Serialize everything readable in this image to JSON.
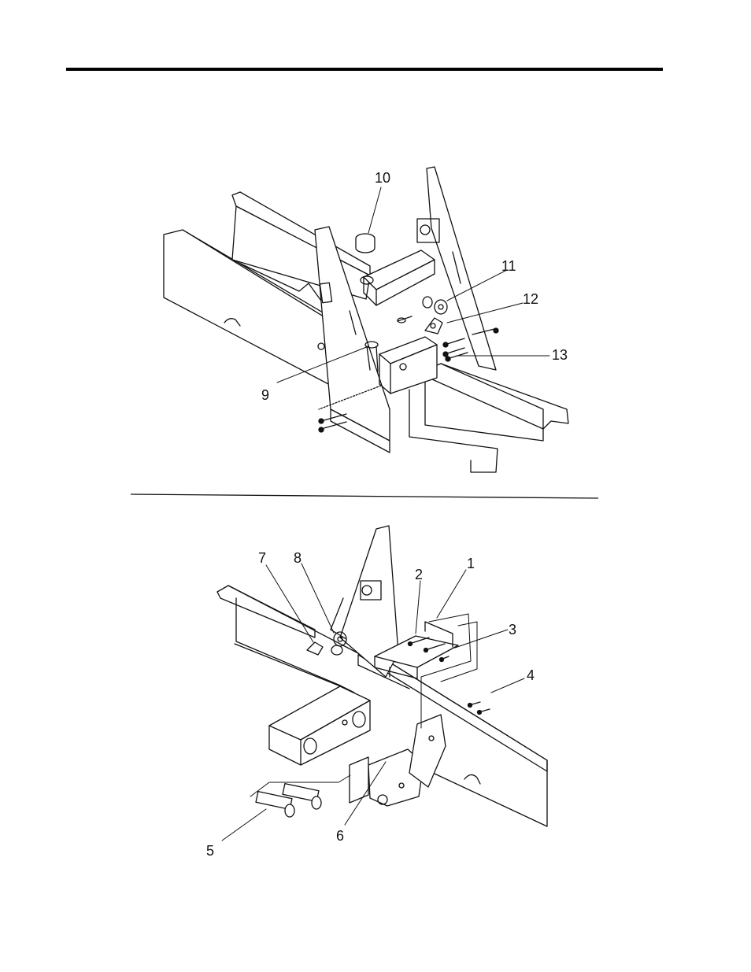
{
  "upper_figure": {
    "callouts": [
      {
        "id": "callout-9",
        "label": "9"
      },
      {
        "id": "callout-10",
        "label": "10"
      },
      {
        "id": "callout-11",
        "label": "11"
      },
      {
        "id": "callout-12",
        "label": "12"
      },
      {
        "id": "callout-13",
        "label": "13"
      }
    ]
  },
  "lower_figure": {
    "callouts": [
      {
        "id": "callout-1",
        "label": "1"
      },
      {
        "id": "callout-2",
        "label": "2"
      },
      {
        "id": "callout-3",
        "label": "3"
      },
      {
        "id": "callout-4",
        "label": "4"
      },
      {
        "id": "callout-5",
        "label": "5"
      },
      {
        "id": "callout-6",
        "label": "6"
      },
      {
        "id": "callout-7",
        "label": "7"
      },
      {
        "id": "callout-8",
        "label": "8"
      }
    ]
  }
}
